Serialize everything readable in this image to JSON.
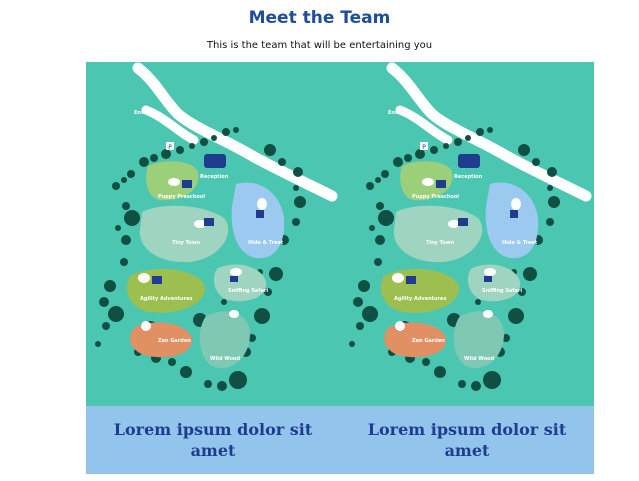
{
  "header": {
    "title": "Meet the Team",
    "subtitle": "This is the team that will be entertaining you"
  },
  "cards": [
    {
      "caption": "Lorem ipsum dolor sit amet",
      "map_labels": {
        "entrance": "Entrance",
        "parking": "P",
        "reception": "Reception",
        "puppy_preschool": "Puppy Preschool",
        "tiny_town": "Tiny Town",
        "hide_treat": "Hide & Treat",
        "sniffing_safari": "Sniffing Safari",
        "agility_adventures": "Agility Adventures",
        "zen_garden": "Zen Garden",
        "wild_wood": "Wild Wood"
      }
    },
    {
      "caption": "Lorem ipsum dolor sit amet",
      "map_labels": {
        "entrance": "Entrance",
        "parking": "P",
        "reception": "Reception",
        "puppy_preschool": "Puppy Preschool",
        "tiny_town": "Tiny Town",
        "hide_treat": "Hide & Treat",
        "sniffing_safari": "Sniffing Safari",
        "agility_adventures": "Agility Adventures",
        "zen_garden": "Zen Garden",
        "wild_wood": "Wild Wood"
      }
    }
  ],
  "colors": {
    "title": "#1e4d9b",
    "map_background": "#4bc6b0",
    "caption_background": "#92c4ec",
    "caption_text": "#1f3c8f"
  }
}
